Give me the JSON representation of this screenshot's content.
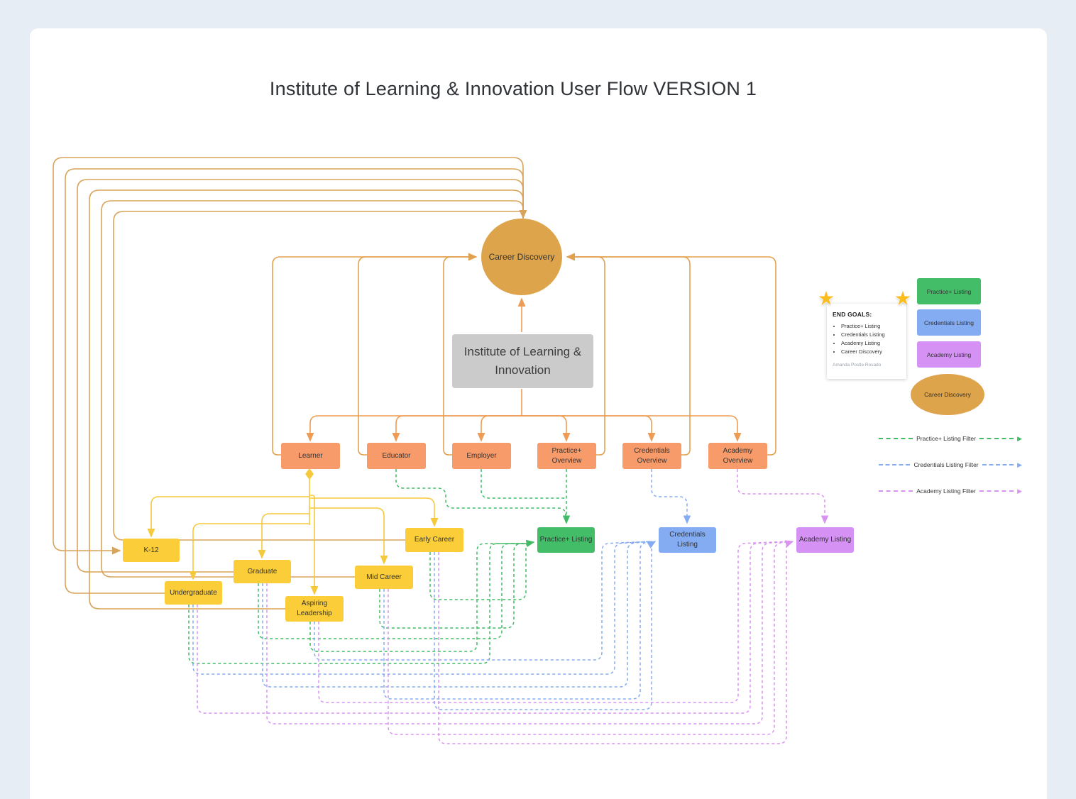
{
  "title": "Institute of Learning & Innovation User Flow VERSION 1",
  "nodes": {
    "career_discovery": "Career Discovery",
    "institute": "Institute of Learning & Innovation",
    "audiences": [
      "Learner",
      "Educator",
      "Employer",
      "Practice+ Overview",
      "Credentials Overview",
      "Academy Overview"
    ],
    "segments": [
      "K-12",
      "Graduate",
      "Undergraduate",
      "Mid Career",
      "Aspiring Leadership",
      "Early Career"
    ],
    "listings": [
      "Practice+ Listing",
      "Credentials Listing",
      "Academy Listing"
    ]
  },
  "note": {
    "heading": "END GOALS:",
    "items": [
      "Practice+ Listing",
      "Credentials Listing",
      "Academy Listing",
      "Career Discovery"
    ],
    "author": "Amanda Postle Rosado"
  },
  "legend": {
    "shapes": [
      {
        "label": "Practice+ Listing",
        "color": "#44BD69"
      },
      {
        "label": "Credentials Listing",
        "color": "#84ACF2"
      },
      {
        "label": "Academy Listing",
        "color": "#D592F4"
      },
      {
        "label": "Career Discovery",
        "color": "#DEA44B"
      }
    ],
    "filters": [
      {
        "label": "Practice+ Listing Filter",
        "color": "#41BB65"
      },
      {
        "label": "Credentials Listing Filter",
        "color": "#85ACF0"
      },
      {
        "label": "Academy Listing Filter",
        "color": "#D994F2"
      }
    ]
  },
  "colors": {
    "page_background": "#E7EDF5",
    "canvas": "#FFFFFF",
    "audience_box": "#F89B6B",
    "segment_box": "#FACD39",
    "institute_box": "#CBCBCB",
    "discovery": "#DEA44B",
    "star": "#FBBD1C",
    "line_orange": "#E2A14F",
    "line_tan": "#D8A45C",
    "line_fan": "#EE9C55",
    "line_yellow": "#F6C93C",
    "line_green": "#41BB65",
    "line_blue": "#85ACF0",
    "line_purple": "#D994F2"
  }
}
